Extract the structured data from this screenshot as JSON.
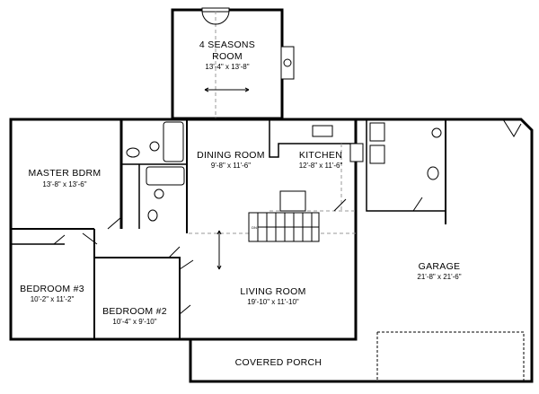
{
  "floor_plan": {
    "rooms": [
      {
        "id": "four-seasons",
        "name_lines": [
          "4 SEASONS",
          "ROOM"
        ],
        "dimensions": "13'-4\" x 13'-8\""
      },
      {
        "id": "master-bdrm",
        "name": "MASTER BDRM",
        "dimensions": "13'-8\" x 13'-6\""
      },
      {
        "id": "dining-room",
        "name": "DINING ROOM",
        "dimensions": "9'-8\" x 11'-6\""
      },
      {
        "id": "kitchen",
        "name": "KITCHEN",
        "dimensions": "12'-8\" x 11'-6\""
      },
      {
        "id": "bedroom-3",
        "name": "BEDROOM #3",
        "dimensions": "10'-2\" x 11'-2\""
      },
      {
        "id": "bedroom-2",
        "name": "BEDROOM #2",
        "dimensions": "10'-4\" x 9'-10\""
      },
      {
        "id": "living-room",
        "name": "LIVING ROOM",
        "dimensions": "19'-10\" x 11'-10\""
      },
      {
        "id": "garage",
        "name": "GARAGE",
        "dimensions": "21'-8\" x 21'-6\""
      },
      {
        "id": "covered-porch",
        "name": "COVERED PORCH"
      }
    ],
    "stair_label": "DN"
  }
}
